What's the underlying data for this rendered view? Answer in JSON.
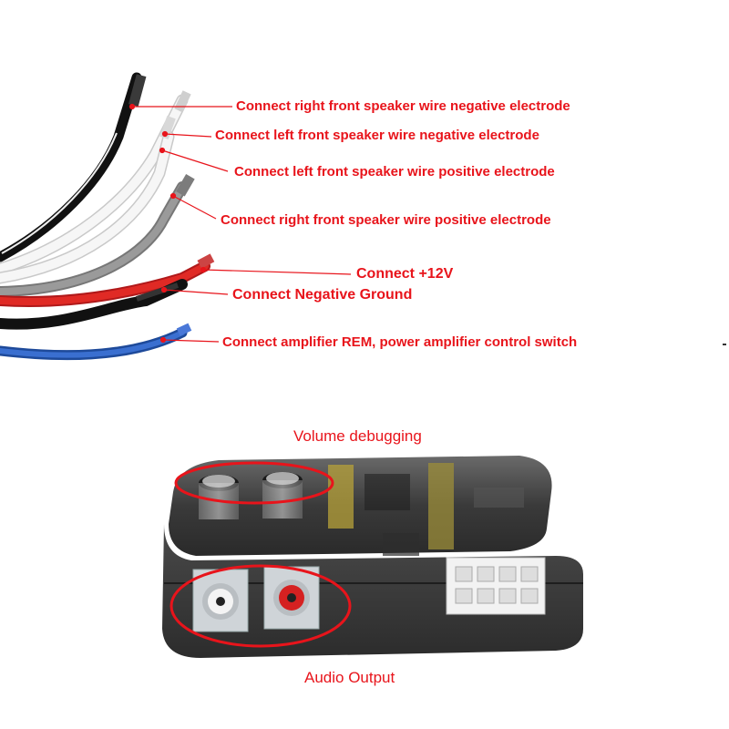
{
  "colors": {
    "label": "#e8141b",
    "wire_black": "#111111",
    "wire_white": "#f4f4f4",
    "wire_gray": "#8a8a8a",
    "wire_red": "#d4221f",
    "wire_blue": "#2c5fb8",
    "housing": "#3a3a3a"
  },
  "wire_labels": [
    {
      "id": "rf-neg",
      "text": "Connect right front speaker wire negative electrode",
      "wire": "black-white"
    },
    {
      "id": "lf-neg",
      "text": "Connect left front speaker wire negative electrode",
      "wire": "white"
    },
    {
      "id": "lf-pos",
      "text": "Connect left front speaker wire positive electrode",
      "wire": "white"
    },
    {
      "id": "rf-pos",
      "text": "Connect right front speaker wire positive electrode",
      "wire": "gray"
    },
    {
      "id": "plus12",
      "text": "Connect +12V",
      "wire": "red"
    },
    {
      "id": "gnd",
      "text": "Connect Negative Ground",
      "wire": "black"
    },
    {
      "id": "rem",
      "text": "Connect amplifier REM, power amplifier control switch",
      "wire": "blue"
    }
  ],
  "device_labels": {
    "volume": "Volume debugging",
    "audio": "Audio Output"
  }
}
